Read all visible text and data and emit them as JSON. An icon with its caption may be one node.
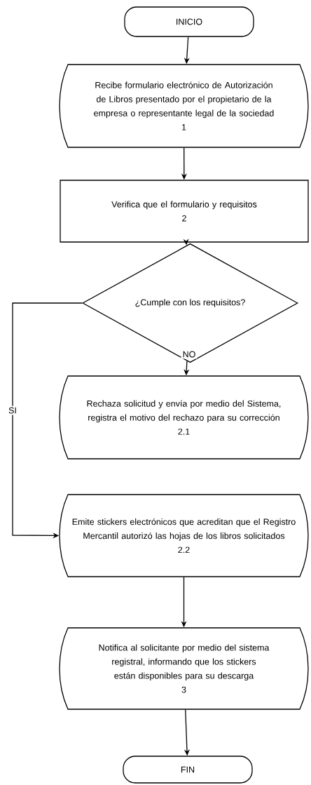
{
  "diagram": {
    "nodes": [
      {
        "text": [
          "INICIO"
        ]
      },
      {
        "text": [
          "Recibe formulario electrónico de Autorización de Libros presentado por el propietario de la empresa o representante legal de la sociedad",
          "1"
        ]
      },
      {
        "text": [
          "Verifica que el formulario y requisitos",
          "2"
        ]
      },
      {
        "text": [
          "¿Cumple con los requisitos?"
        ]
      },
      {
        "text": [
          "Rechaza solicitud y envía por medio del Sistema, registra el motivo del rechazo para su corrección",
          "2.1"
        ]
      },
      {
        "text": [
          "Emite stickers electrónicos que acreditan que el Registro Mercantil autorizó las hojas de los libros solicitados",
          "2.2"
        ]
      },
      {
        "text": [
          "Notifica al solicitante por medio del sistema registral, informando que los stickers están disponibles para su descarga",
          "3"
        ]
      },
      {
        "text": [
          "FIN"
        ]
      }
    ],
    "edges": [
      {
        "from": 0,
        "to": 1,
        "arrow": "to"
      },
      {
        "from": 1,
        "to": 2,
        "arrow": "to"
      },
      {
        "from": 2,
        "to": 3,
        "arrow": "to"
      },
      {
        "from": 3,
        "to": 4,
        "arrow": "to",
        "label": "NO"
      },
      {
        "from": 3,
        "to": 5,
        "arrow": "to",
        "label": "SI"
      },
      {
        "from": 5,
        "to": 6,
        "arrow": "to"
      },
      {
        "from": 6,
        "to": 7,
        "arrow": "to"
      }
    ]
  }
}
